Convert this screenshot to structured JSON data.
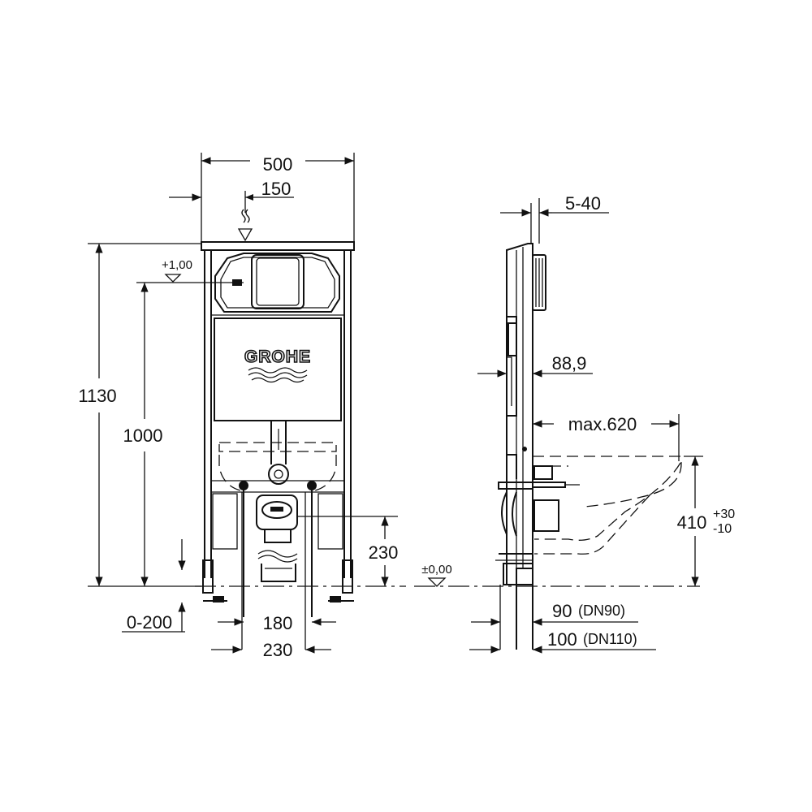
{
  "front_view": {
    "width": "500",
    "offset_top": "150",
    "height_total": "1130",
    "height_1000": "1000",
    "level_plus": "+1,00",
    "height_230": "230",
    "range_0_200": "0-200",
    "dim_180": "180",
    "dim_230": "230",
    "brand": "GROHE"
  },
  "side_view": {
    "dim_5_40": "5-40",
    "dim_88_9": "88,9",
    "max_620": "max.620",
    "height_410": "410",
    "tol_plus": "+30",
    "tol_minus": "-10",
    "level_zero": "±0,00",
    "dim_90": "90",
    "dn90": "(DN90)",
    "dim_100": "100",
    "dn110": "(DN110)"
  }
}
